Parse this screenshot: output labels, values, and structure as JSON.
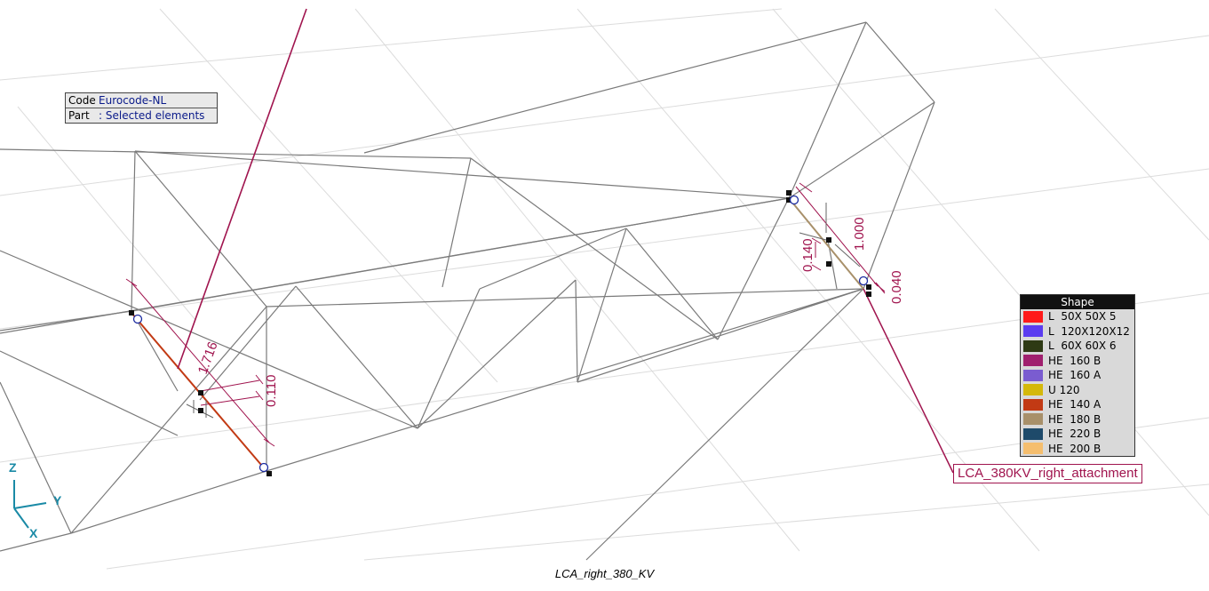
{
  "info_panel": {
    "code_key": "Code",
    "code_value": "Eurocode-NL",
    "part_key": "Part",
    "part_value": ": Selected elements"
  },
  "legend": {
    "title": "Shape",
    "items": [
      {
        "label": "L  50X 50X 5",
        "color": "#ff1a1a"
      },
      {
        "label": "L  120X120X12",
        "color": "#5a3cf0"
      },
      {
        "label": "L  60X 60X 6",
        "color": "#2e3a14"
      },
      {
        "label": "HE  160 B",
        "color": "#a0206e"
      },
      {
        "label": "HE  160 A",
        "color": "#7a5cd0"
      },
      {
        "label": "U 120",
        "color": "#d4b80a"
      },
      {
        "label": "HE  140 A",
        "color": "#c23a14"
      },
      {
        "label": "HE  180 B",
        "color": "#a8906a"
      },
      {
        "label": "HE  220 B",
        "color": "#1e4a6a"
      },
      {
        "label": "HE  200 B",
        "color": "#f5be6e"
      }
    ]
  },
  "callout_label": "LCA_380KV_right_attachment",
  "caption": "LCA_right_380_KV",
  "dimensions": {
    "left_long": "1.716",
    "left_short": "0.110",
    "right_a": "1.000",
    "right_b": "0.140",
    "right_c": "0.040"
  },
  "axes": {
    "z": "Z",
    "y": "Y",
    "x": "X"
  },
  "colors": {
    "accent": "#a0144e",
    "member_orange": "#c23a14",
    "member_tan": "#a8906a",
    "axis": "#1a8aa6"
  }
}
